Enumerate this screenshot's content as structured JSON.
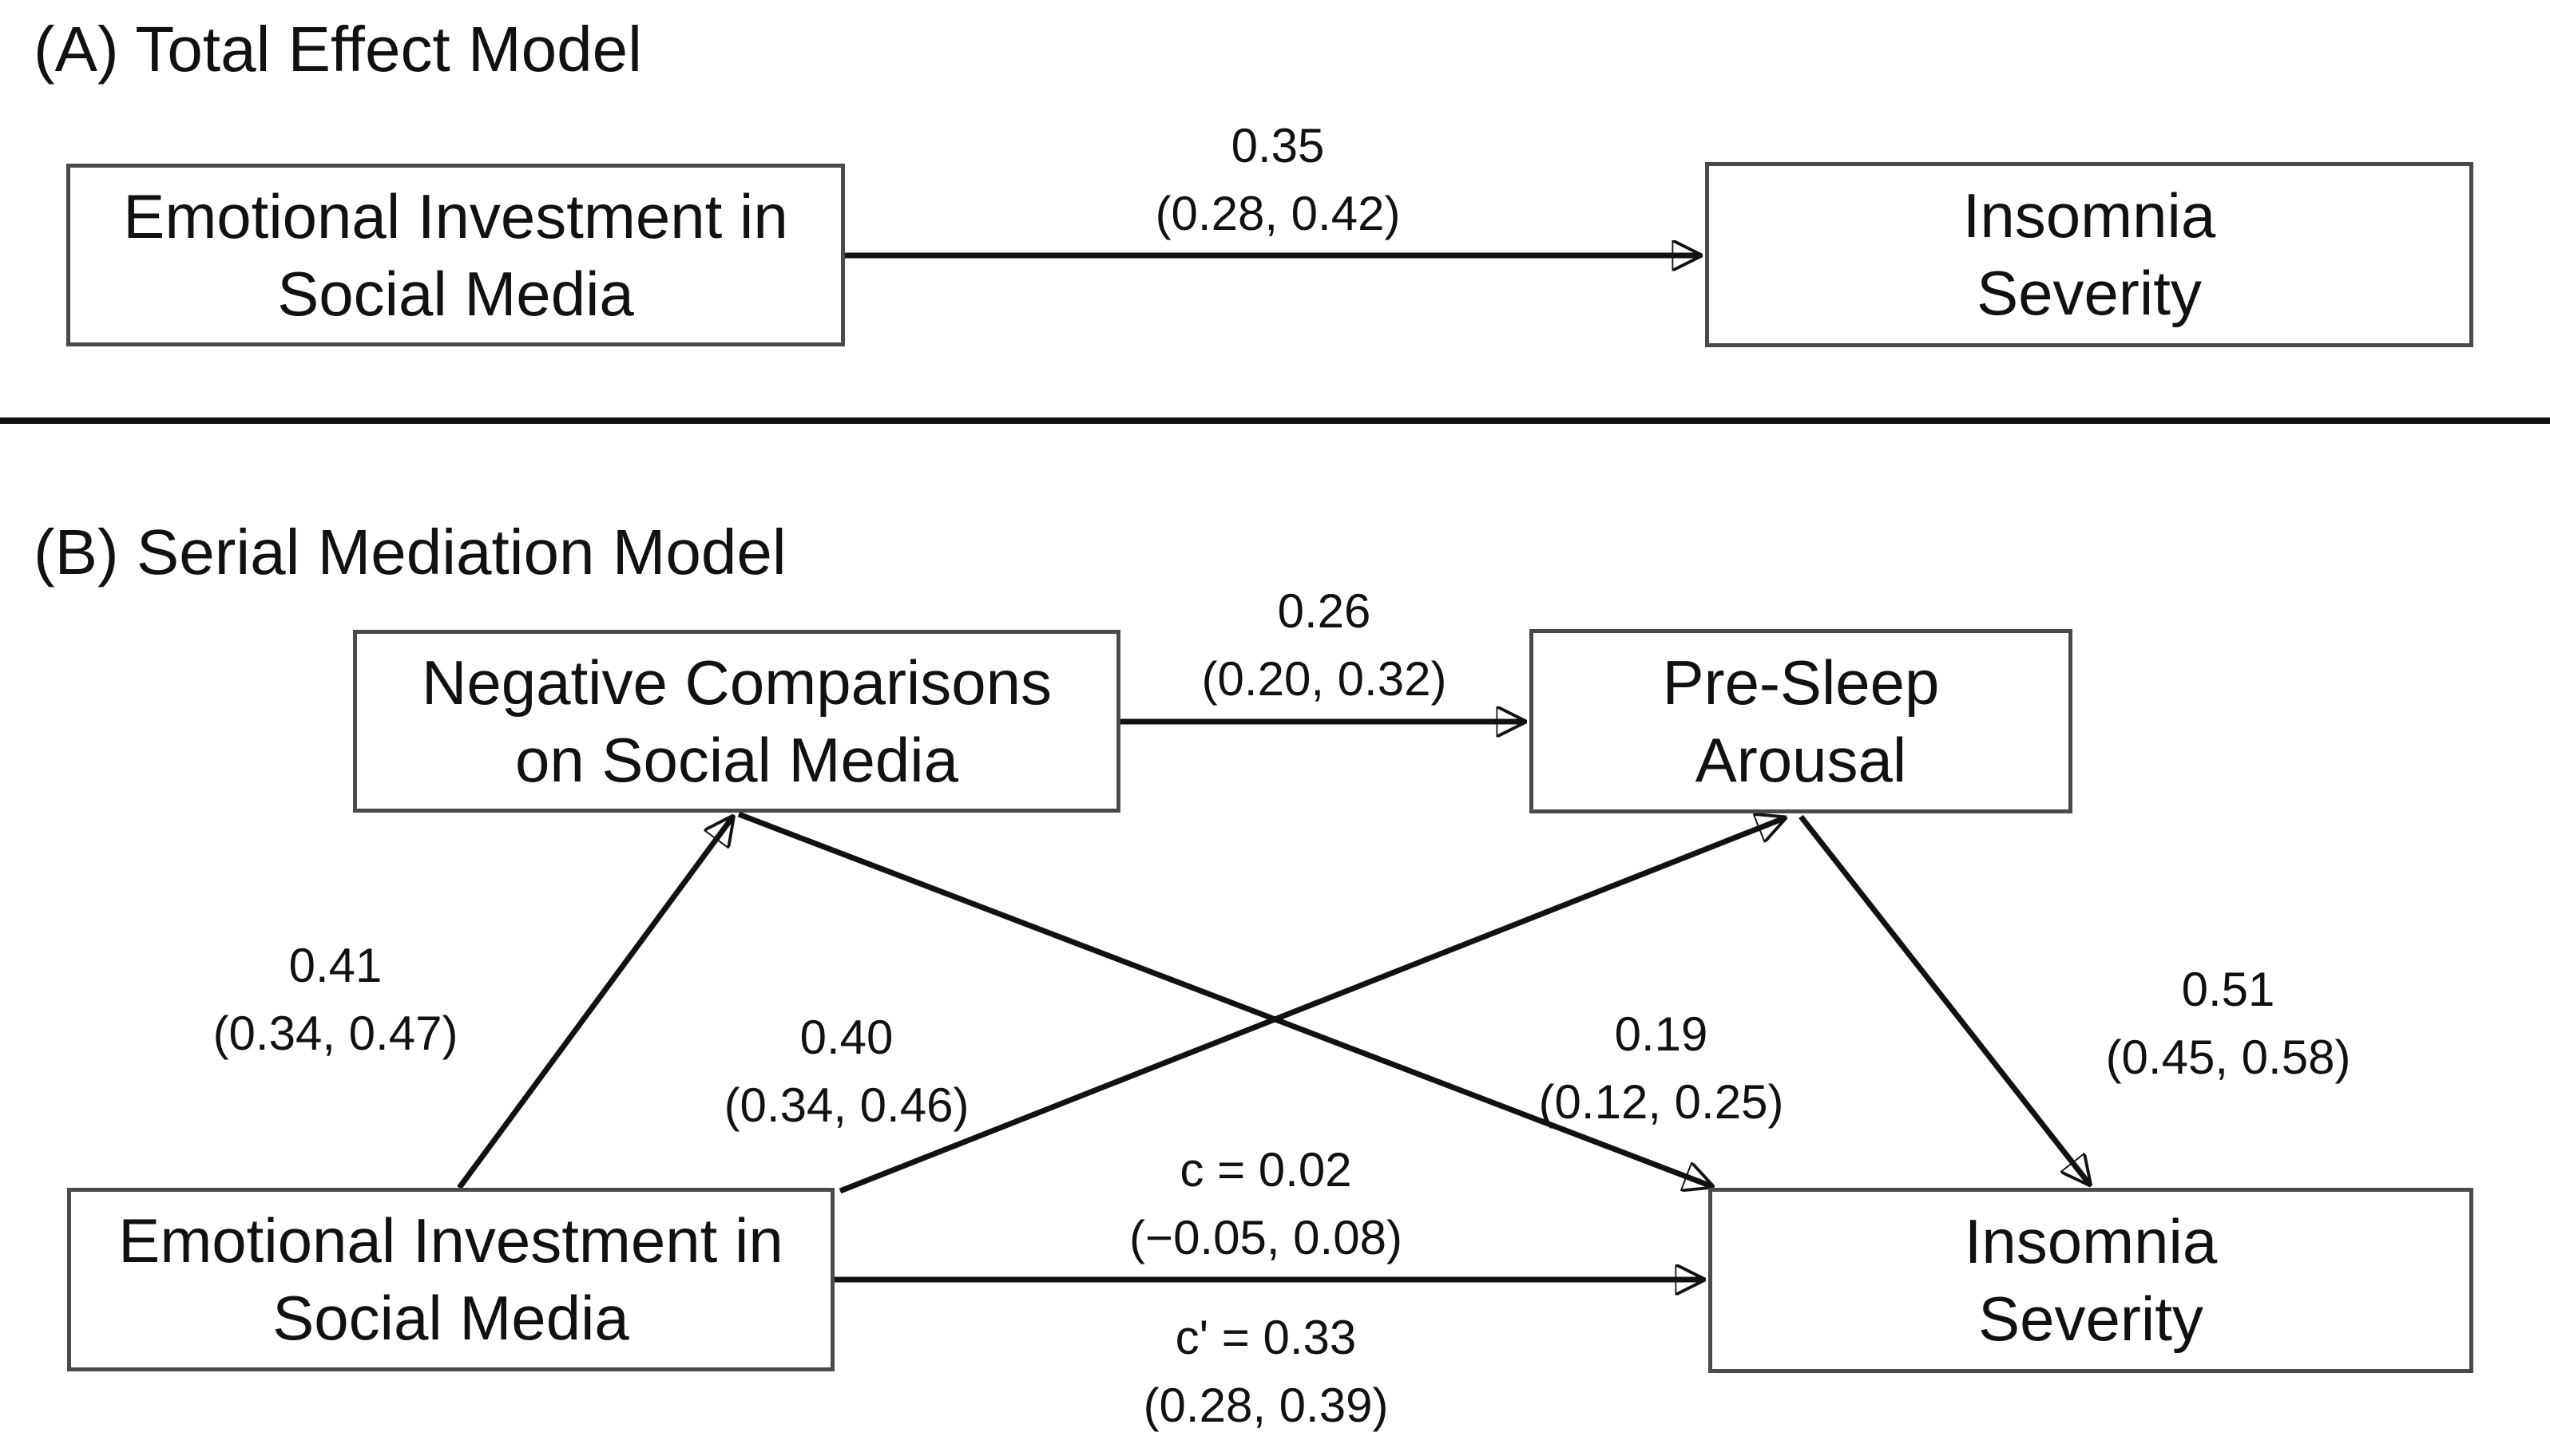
{
  "colors": {
    "background": "#ffffff",
    "box_border": "#4a4a4a",
    "line": "#111111",
    "text": "#111111"
  },
  "section_a": {
    "title": "(A) Total Effect Model",
    "predictor_box": {
      "line1": "Emotional Investment in",
      "line2": "Social Media"
    },
    "outcome_box": {
      "line1": "Insomnia",
      "line2": "Severity"
    },
    "total_effect": {
      "coef": "0.35",
      "ci": "(0.28, 0.42)"
    }
  },
  "section_b": {
    "title": "(B) Serial Mediation Model",
    "mediator1_box": {
      "line1": "Negative Comparisons",
      "line2": "on Social Media"
    },
    "mediator2_box": {
      "line1": "Pre-Sleep",
      "line2": "Arousal"
    },
    "predictor_box": {
      "line1": "Emotional Investment in",
      "line2": "Social Media"
    },
    "outcome_box": {
      "line1": "Insomnia",
      "line2": "Severity"
    },
    "paths": {
      "x_to_m1": {
        "coef": "0.41",
        "ci": "(0.34, 0.47)"
      },
      "x_to_m2": {
        "coef": "0.40",
        "ci": "(0.34, 0.46)"
      },
      "m1_to_m2": {
        "coef": "0.26",
        "ci": "(0.20, 0.32)"
      },
      "m1_to_y": {
        "coef": "0.19",
        "ci": "(0.12, 0.25)"
      },
      "m2_to_y": {
        "coef": "0.51",
        "ci": "(0.45, 0.58)"
      },
      "total_c": {
        "coef": "c = 0.02",
        "ci": "(−0.05, 0.08)"
      },
      "direct_c_prime": {
        "coef": "c' = 0.33",
        "ci": "(0.28, 0.39)"
      }
    }
  }
}
